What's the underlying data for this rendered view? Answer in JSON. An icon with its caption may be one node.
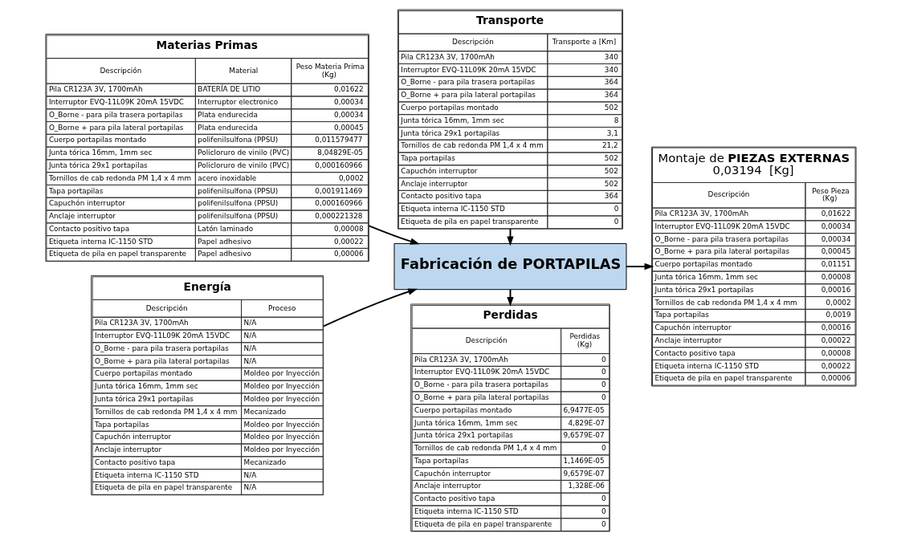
{
  "diagram": {
    "nodes": [
      {
        "text": [
          "Transporte",
          "Descripción",
          "Transporte a [Km]",
          "Pila CR123A 3V, 1700mAh",
          "340",
          "Interruptor EVQ-11L09K 20mA 15VDC",
          "340",
          "O_Borne - para pila trasera portapilas",
          "364",
          "O_Borne + para pila lateral portapilas",
          "364",
          "Cuerpo portapilas montado",
          "502",
          "Junta tórica 16mm, 1mm sec",
          "8",
          "Junta tórica 29x1 portapilas",
          "3,1",
          "Tornillos de cab redonda PM 1,4 x 4 mm",
          "21,2",
          "Tapa portapilas",
          "502",
          "Capuchón interruptor",
          "502",
          "Anclaje interruptor",
          "502",
          "Contacto positivo tapa",
          "364",
          "Etiqueta interna IC-1150 STD",
          "0",
          "Etiqueta de pila en papel transparente",
          "0"
        ]
      },
      {
        "text": [
          "Materias Primas",
          "Descripción",
          "Material",
          "Peso Materia Prima (Kg)",
          "Pila CR123A 3V, 1700mAh",
          "BATERÍA DE LITIO",
          "0,01622",
          "Interruptor EVQ-11L09K 20mA 15VDC",
          "Interruptor electronico",
          "0,00034",
          "O_Borne - para pila trasera portapilas",
          "Plata endurecida",
          "0,00034",
          "O_Borne + para pila lateral portapilas",
          "Plata endurecida",
          "0,00045",
          "Cuerpo portapilas montado",
          "polifenilsulfona (PPSU)",
          "0,011579477",
          "Junta tórica 16mm, 1mm sec",
          "Policloruro de vinilo (PVC)",
          "8,04829E-05",
          "Junta tórica 29x1 portapilas",
          "Policloruro de vinilo (PVC)",
          "0,000160966",
          "Tornillos de cab redonda PM 1,4 x 4 mm",
          "acero inoxidable",
          "0,0002",
          "Tapa portapilas",
          "polifenilsulfona (PPSU)",
          "0,001911469",
          "Capuchón interruptor",
          "polifenilsulfona (PPSU)",
          "0,000160966",
          "Anclaje interruptor",
          "polifenilsulfona (PPSU)",
          "0,000221328",
          "Contacto positivo tapa",
          "Latón laminado",
          "0,00008",
          "Etiqueta interna IC-1150 STD",
          "Papel adhesivo",
          "0,00022",
          "Etiqueta de pila en papel transparente",
          "Papel adhesivo",
          "0,00006"
        ]
      },
      {
        "text": [
          "Fabricación de PORTAPILAS"
        ]
      },
      {
        "text": [
          "Energía",
          "Descripción",
          "Proceso",
          "Pila CR123A 3V, 1700mAh",
          "N/A",
          "Interruptor EVQ-11L09K 20mA 15VDC",
          "N/A",
          "O_Borne - para pila trasera portapilas",
          "N/A",
          "O_Borne + para pila lateral portapilas",
          "N/A",
          "Cuerpo portapilas montado",
          "Moldeo por Inyección",
          "Junta tórica 16mm, 1mm sec",
          "Moldeo por Inyección",
          "Junta tórica 29x1 portapilas",
          "Moldeo por Inyección",
          "Tornillos de cab redonda PM 1,4 x 4 mm",
          "Mecanizado",
          "Tapa portapilas",
          "Moldeo por Inyección",
          "Capuchón interruptor",
          "Moldeo por Inyección",
          "Anclaje interruptor",
          "Moldeo por Inyección",
          "Contacto positivo tapa",
          "Mecanizado",
          "Etiqueta interna IC-1150 STD",
          "N/A",
          "Etiqueta de pila en papel transparente",
          "N/A"
        ]
      },
      {
        "text": [
          "Perdidas",
          "Descripción",
          "Perdidas (Kg)",
          "Pila CR123A 3V, 1700mAh",
          "0",
          "Interruptor EVQ-11L09K 20mA 15VDC",
          "0",
          "O_Borne - para pila trasera portapilas",
          "0",
          "O_Borne + para pila lateral portapilas",
          "0",
          "Cuerpo portapilas montado",
          "6,9477E-05",
          "Junta tórica 16mm, 1mm sec",
          "4,829E-07",
          "Junta tórica 29x1 portapilas",
          "9,6579E-07",
          "Tornillos de cab redonda PM 1,4 x 4 mm",
          "0",
          "Tapa portapilas",
          "1,1469E-05",
          "Capuchón interruptor",
          "9,6579E-07",
          "Anclaje interruptor",
          "1,328E-06",
          "Contacto positivo tapa",
          "0",
          "Etiqueta interna IC-1150 STD",
          "0",
          "Etiqueta de pila en papel transparente",
          "0"
        ]
      },
      {
        "text": [
          "Montaje de **PIEZAS EXTERNAS**",
          "0,03194  [Kg]",
          "Descripción",
          "Peso Pieza (Kg)",
          "Pila CR123A 3V, 1700mAh",
          "0,01622",
          "Interruptor EVQ-11L09K 20mA 15VDC",
          "0,00034",
          "O_Borne - para pila trasera portapilas",
          "0,00034",
          "O_Borne + para pila lateral portapilas",
          "0,00045",
          "Cuerpo portapilas montado",
          "0,01151",
          "Junta tórica 16mm, 1mm sec",
          "0,00008",
          "Junta tórica 29x1 portapilas",
          "0,00016",
          "Tornillos de cab redonda PM 1,4 x 4 mm",
          "0,0002",
          "Tapa portapilas",
          "0,0019",
          "Capuchón interruptor",
          "0,00016",
          "Anclaje interruptor",
          "0,00022",
          "Contacto positivo tapa",
          "0,00008",
          "Etiqueta interna IC-1150 STD",
          "0,00022",
          "Etiqueta de pila en papel transparente",
          "0,00006"
        ]
      }
    ],
    "edges": [
      {
        "from": 1,
        "to": 2,
        "arrow": "to"
      },
      {
        "from": 3,
        "to": 2,
        "arrow": "to"
      },
      {
        "from": 0,
        "to": 2,
        "arrow": "to"
      },
      {
        "from": 2,
        "to": 4,
        "arrow": "to"
      },
      {
        "from": 2,
        "to": 5,
        "arrow": "to"
      }
    ]
  }
}
